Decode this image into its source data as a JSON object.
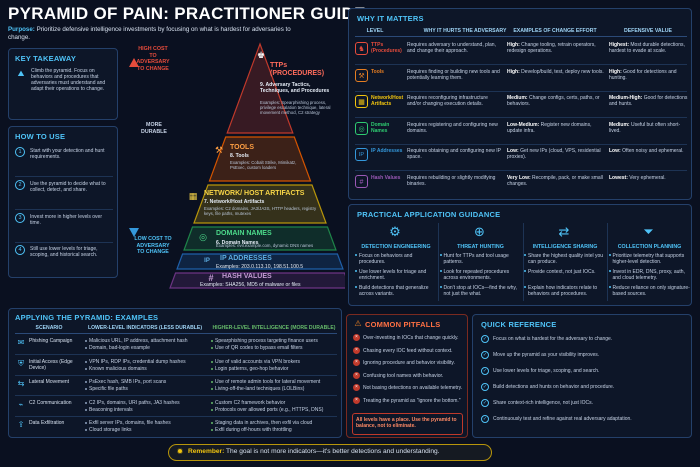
{
  "header": {
    "title": "PYRAMID OF PAIN: PRACTITIONER GUIDE",
    "purpose_label": "Purpose:",
    "purpose_text": "Prioritize defensive intelligence investments by focusing on what is hardest for adversaries to change."
  },
  "key_takeaway": {
    "title": "KEY TAKEAWAY",
    "text": "Climb the pyramid. Focus on behaviors and procedures that adversaries must understand and adapt their operations to change."
  },
  "how_to_use": {
    "title": "HOW TO USE",
    "steps": [
      "Start with your detection and hunt requirements.",
      "Use the pyramid to decide what to collect, detect, and share.",
      "Invest more in higher levels over time.",
      "Still use lower levels for triage, scoping, and historical search."
    ]
  },
  "pyramid": {
    "left_top": "HIGH COST TO ADVERSARY TO CHANGE",
    "left_mid": "MORE DURABLE",
    "left_bottom": "LOW COST TO ADVERSARY TO CHANGE",
    "levels": [
      {
        "title": "TTPs (PROCEDURES)",
        "sub": "9. Adversary Tactics, Techniques, and Procedures",
        "ex": "Examples: Spearphishing process, privilege escalation technique, lateral movement method, C2 strategy",
        "color": "#c0392b"
      },
      {
        "title": "TOOLS",
        "sub": "8. Tools",
        "ex": "Examples: Cobalt Strike, Mimikatz, PsExec, custom loaders",
        "color": "#d35400"
      },
      {
        "title": "NETWORK/ HOST ARTIFACTS",
        "sub": "7. Network/Host Artifacts",
        "ex": "Examples: C2 domains, JA3/JA3S, HTTP headers, registry keys, file paths, mutexes",
        "color": "#b7950b"
      },
      {
        "title": "DOMAIN NAMES",
        "sub": "6. Domain Names",
        "ex": "Examples: evil.example.com, dynamic DNS names",
        "color": "#1e8449"
      },
      {
        "title": "IP ADDRESSES",
        "sub": "Examples: 203.0.113.10, 198.51.100.5",
        "ex": "",
        "color": "#1f5fa8"
      },
      {
        "title": "HASH VALUES",
        "sub": "Examples: SHA256, MD5 of malware or files",
        "ex": "",
        "color": "#6c3483"
      }
    ]
  },
  "why": {
    "title": "WHY IT MATTERS",
    "headers": [
      "LEVEL",
      "WHY IT HURTS THE ADVERSARY",
      "EXAMPLES OF CHANGE EFFORT",
      "DEFENSIVE VALUE"
    ],
    "rows": [
      {
        "level": "TTPs (Procedures)",
        "why": "Requires adversary to understand, plan, and change their approach.",
        "effort_b": "High:",
        "effort": "Change tooling, retrain operators, redesign operations.",
        "value_b": "Highest:",
        "value": "Most durable detections, hardest to evade at scale.",
        "color": "#e74c3c",
        "icon": "♞"
      },
      {
        "level": "Tools",
        "why": "Requires finding or building new tools and potentially learning them.",
        "effort_b": "High:",
        "effort": "Develop/build, test, deploy new tools.",
        "value_b": "High:",
        "value": "Good for detections and hunting.",
        "color": "#e67e22",
        "icon": "⚒"
      },
      {
        "level": "Network/Host Artifacts",
        "why": "Requires reconfiguring infrastructure and/or changing execution details.",
        "effort_b": "Medium:",
        "effort": "Change configs, certs, paths, or behaviors.",
        "value_b": "Medium-High:",
        "value": "Good for detections and hunts.",
        "color": "#f1c40f",
        "icon": "▦"
      },
      {
        "level": "Domain Names",
        "why": "Requires registering and configuring new domains.",
        "effort_b": "Low-Medium:",
        "effort": "Register new domains, update infra.",
        "value_b": "Medium:",
        "value": "Useful but often short-lived.",
        "color": "#2ecc71",
        "icon": "◎"
      },
      {
        "level": "IP Addresses",
        "why": "Requires obtaining and configuring new IP space.",
        "effort_b": "Low:",
        "effort": "Get new IPs (cloud, VPS, residential proxies).",
        "value_b": "Low:",
        "value": "Often noisy and ephemeral.",
        "color": "#3498db",
        "icon": "IP"
      },
      {
        "level": "Hash Values",
        "why": "Requires rebuilding or slightly modifying binaries.",
        "effort_b": "Very Low:",
        "effort": "Recompile, pack, or make small changes.",
        "value_b": "Lowest:",
        "value": "Very ephemeral.",
        "color": "#9b59b6",
        "icon": "#"
      }
    ]
  },
  "practical": {
    "title": "PRACTICAL APPLICATION GUIDANCE",
    "cols": [
      {
        "title": "DETECTION ENGINEERING",
        "icon": "⚙",
        "items": [
          "Focus on behaviors and procedures.",
          "Use lower levels for triage and enrichment.",
          "Build detections that generalize across variants."
        ]
      },
      {
        "title": "THREAT HUNTING",
        "icon": "⊕",
        "items": [
          "Hunt for TTPs and tool usage patterns.",
          "Look for repeated procedures across environments.",
          "Don't stop at IOCs—find the why, not just the what."
        ]
      },
      {
        "title": "INTELLIGENCE SHARING",
        "icon": "⇄",
        "items": [
          "Share the highest quality intel you can produce.",
          "Provide context, not just IOCs.",
          "Explain how indicators relate to behaviors and procedures."
        ]
      },
      {
        "title": "COLLECTION PLANNING",
        "icon": "⏷",
        "items": [
          "Prioritize telemetry that supports higher-level detection.",
          "Invest in EDR, DNS, proxy, auth, and cloud telemetry.",
          "Reduce reliance on only signature-based sources."
        ]
      }
    ]
  },
  "applying": {
    "title": "APPLYING THE PYRAMID: EXAMPLES",
    "headers": [
      "SCENARIO",
      "LOWER-LEVEL INDICATORS (LESS DURABLE)",
      "HIGHER-LEVEL INTELLIGENCE (MORE DURABLE)"
    ],
    "rows": [
      {
        "scenario": "Phishing Campaign",
        "icon": "✉",
        "low": [
          "Malicious URL, IP address, attachment hash",
          "Domain, bad-login example"
        ],
        "high": [
          "Spearphishing process targeting finance users",
          "Use of QR codes to bypass email filters"
        ]
      },
      {
        "scenario": "Initial Access (Edge Device)",
        "icon": "⛨",
        "low": [
          "VPN IPs, RDP IPs, credential dump hashes",
          "Known malicious domains"
        ],
        "high": [
          "Use of valid accounts via VPN brokers",
          "Login patterns, geo-hop behavior"
        ]
      },
      {
        "scenario": "Lateral Movement",
        "icon": "⇆",
        "low": [
          "PsExec hash, SMB IPs, port scans",
          "Specific file paths"
        ],
        "high": [
          "Use of remote admin tools for lateral movement",
          "Living-off-the-land techniques (LOLBins)"
        ]
      },
      {
        "scenario": "C2 Communication",
        "icon": "⌁",
        "low": [
          "C2 IPs, domains, URI paths, JA3 hashes",
          "Beaconing intervals"
        ],
        "high": [
          "Custom C2 framework behavior",
          "Protocols over allowed ports (e.g., HTTPS, DNS)"
        ]
      },
      {
        "scenario": "Data Exfiltration",
        "icon": "⇪",
        "low": [
          "Exfil server IPs, domains, file hashes",
          "Cloud storage links"
        ],
        "high": [
          "Staging data in archives, then exfil via cloud",
          "Exfil during off-hours with throttling"
        ]
      }
    ]
  },
  "pitfalls": {
    "title": "COMMON PITFALLS",
    "items": [
      "Over-investing in IOCs that change quickly.",
      "Chasing every IOC feed without context.",
      "Ignoring procedure and behavior visibility.",
      "Confusing tool names with behavior.",
      "Not basing detections on available telemetry.",
      "Treating the pyramid as \"ignore the bottom.\""
    ],
    "note": "All levels have a place. Use the pyramid to balance, not to eliminate."
  },
  "quickref": {
    "title": "QUICK REFERENCE",
    "items": [
      "Focus on what is hardest for the adversary to change.",
      "Move up the pyramid as your visibility improves.",
      "Use lower levels for triage, scoping, and search.",
      "Build detections and hunts on behavior and procedure.",
      "Share context-rich intelligence, not just IOCs.",
      "Continuously test and refine against real adversary adaptation."
    ]
  },
  "footer": {
    "label": "Remember:",
    "text": "The goal is not more indicators—it's better detections and understanding."
  }
}
